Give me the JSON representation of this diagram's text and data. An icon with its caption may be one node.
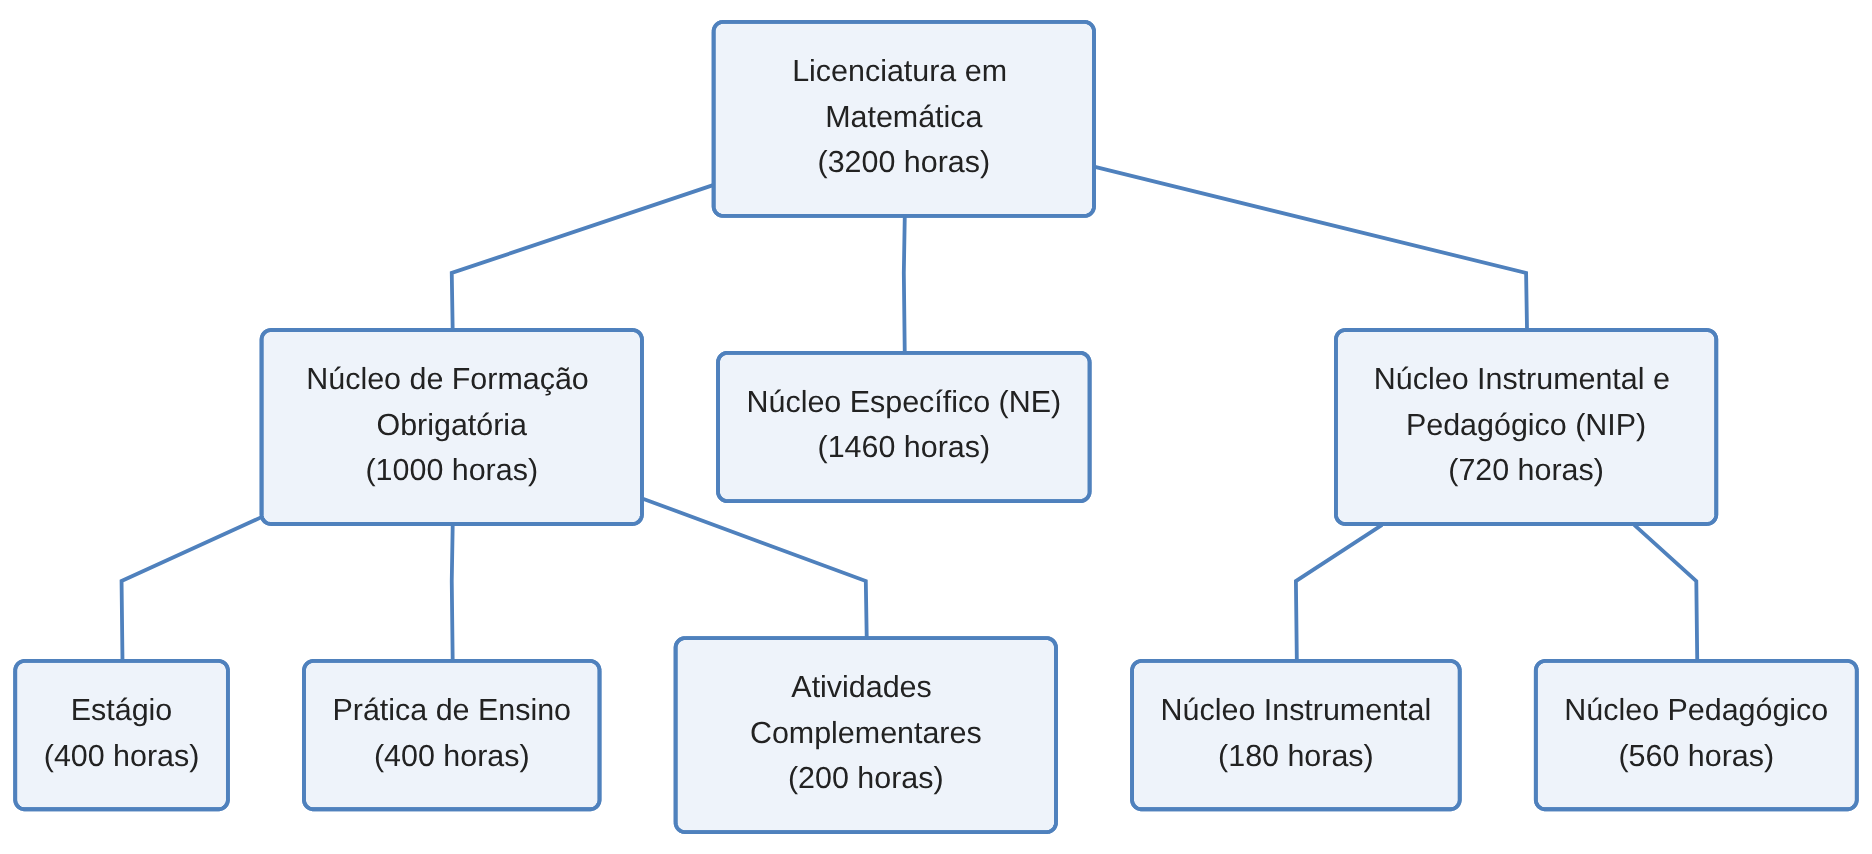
{
  "diagram": {
    "nodes": [
      {
        "text": [
          "Licenciatura em Matemática",
          "(3200 horas)"
        ]
      },
      {
        "text": [
          "Núcleo de Formação Obrigatória",
          "(1000 horas)"
        ]
      },
      {
        "text": [
          "Núcleo Específico (NE)",
          "(1460 horas)"
        ]
      },
      {
        "text": [
          "Núcleo Instrumental e Pedagógico (NIP)",
          "(720 horas)"
        ]
      },
      {
        "text": [
          "Estágio",
          "(400 horas)"
        ]
      },
      {
        "text": [
          "Prática de Ensino",
          "(400 horas)"
        ]
      },
      {
        "text": [
          "Atividades Complementares",
          "(200 horas)"
        ]
      },
      {
        "text": [
          "Núcleo Instrumental",
          "(180 horas)"
        ]
      },
      {
        "text": [
          "Núcleo Pedagógico",
          "(560 horas)"
        ]
      }
    ],
    "edges": [
      {
        "from": 0,
        "to": 1,
        "arrow": "none"
      },
      {
        "from": 0,
        "to": 2,
        "arrow": "none"
      },
      {
        "from": 0,
        "to": 3,
        "arrow": "none"
      },
      {
        "from": 1,
        "to": 4,
        "arrow": "none"
      },
      {
        "from": 1,
        "to": 5,
        "arrow": "none"
      },
      {
        "from": 1,
        "to": 6,
        "arrow": "none"
      },
      {
        "from": 3,
        "to": 7,
        "arrow": "none"
      },
      {
        "from": 3,
        "to": 8,
        "arrow": "none"
      }
    ]
  }
}
